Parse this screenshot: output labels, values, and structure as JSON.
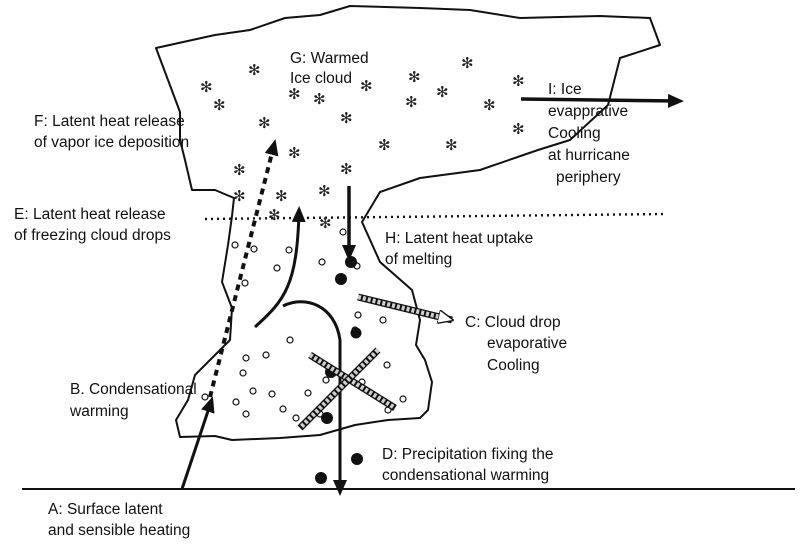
{
  "labels": {
    "a1": "A: Surface latent",
    "a2": "and sensible heating",
    "b1": "B. Condensational",
    "b2": "warming",
    "c1": "C: Cloud drop",
    "c2": "evaporative",
    "c3": "Cooling",
    "d1": "D: Precipitation fixing the",
    "d2": "condensational warming",
    "e1": "E: Latent heat release",
    "e2": "of freezing cloud drops",
    "f1": "F: Latent heat release",
    "f2": "of vapor ice deposition",
    "g1": "G: Warmed",
    "g2": "Ice cloud",
    "h1": "H: Latent heat uptake",
    "h2": "of melting",
    "i1": "I: Ice",
    "i2": "evapprative",
    "i3": "Cooling",
    "i4": "at hurricane",
    "i5": "periphery"
  },
  "icons": {
    "ice_crystal": "✻"
  },
  "colors": {
    "ink": "#111111",
    "gray_arrow": "#9a9a9a"
  }
}
